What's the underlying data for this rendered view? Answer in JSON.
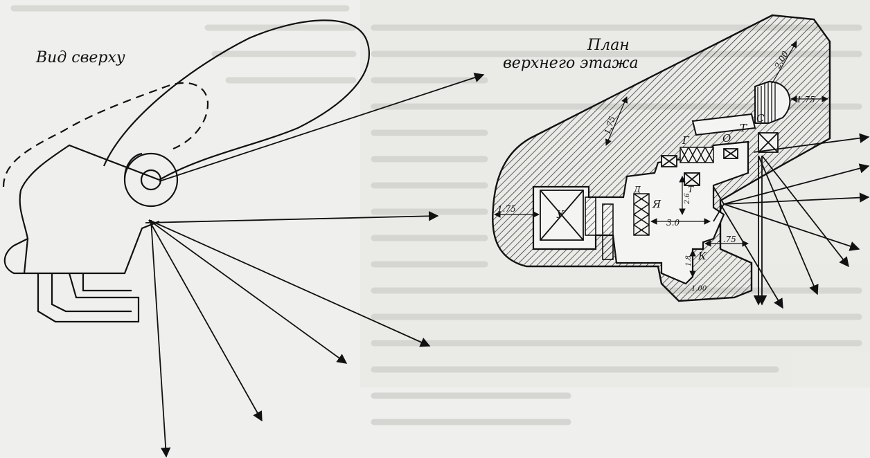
{
  "figure": {
    "left": {
      "title": "Вид сверху"
    },
    "right": {
      "title_line1": "План",
      "title_line2": "верхнего этажа",
      "room_labels": {
        "u": "У",
        "d": "Д",
        "ya": "Я",
        "g": "Г",
        "o": "О",
        "t1": "Т",
        "t2": "Т",
        "s": "С",
        "k": "К"
      },
      "dimensions": {
        "wall_left": "1.75",
        "wall_top": "1.75",
        "wall_right": "1.75",
        "radius": "2.00",
        "inner_175": "1.75",
        "width_30": "3.0",
        "height_26": "2.6",
        "height_18": "1.8",
        "bottom_100": "1.00"
      }
    }
  }
}
